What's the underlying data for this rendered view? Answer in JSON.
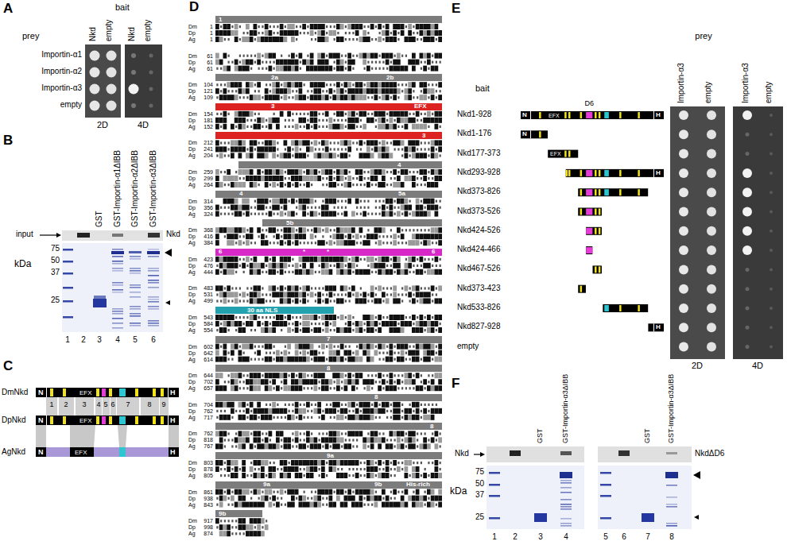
{
  "diagram": {
    "nodes": [
      {
        "text": [
          "1"
        ]
      },
      {
        "text": [
          "2a",
          "2b"
        ]
      },
      {
        "text": [
          "3",
          "EFX"
        ]
      },
      {
        "text": [
          "3"
        ]
      },
      {
        "text": [
          "4"
        ]
      },
      {
        "text": [
          "4",
          "5a"
        ]
      },
      {
        "text": [
          "5b"
        ]
      },
      {
        "text": [
          "6",
          "*",
          "*",
          "6"
        ]
      },
      {
        "text": [
          "30 aa NLS"
        ]
      },
      {
        "text": [
          "7"
        ]
      },
      {
        "text": [
          "8"
        ]
      },
      {
        "text": [
          "8"
        ]
      },
      {
        "text": [
          "8"
        ]
      },
      {
        "text": [
          "9a"
        ]
      },
      {
        "text": [
          "9a",
          "9b",
          "His-rich"
        ]
      },
      {
        "text": [
          "9b"
        ]
      }
    ],
    "labels": [
      "A",
      "bait",
      "Nkd",
      "empty",
      "Nkd",
      "empty",
      "prey",
      "Importin-α1",
      "Importin-α2",
      "Importin-α3",
      "empty",
      "2D",
      "4D",
      "B",
      "GST",
      "GST-Importin-α1ΔIBB",
      "GST-Importin-α2ΔIBB",
      "GST-Importin-α3ΔIBB",
      "input",
      "Nkd",
      "kDa",
      "75",
      "50",
      "37",
      "25",
      "1",
      "2",
      "3",
      "4",
      "5",
      "6",
      "C",
      "DmNkd",
      "N",
      "EFX",
      "H",
      "1",
      "2",
      "3",
      "4",
      "5",
      "6",
      "7",
      "8",
      "9",
      "DpNkd",
      "N",
      "EFX",
      "H",
      "AgNkd",
      "N",
      "EFX",
      "H",
      "D",
      "Dm",
      "1",
      "Dp",
      "1",
      "Ag",
      "1",
      "Dm",
      "61",
      "Dp",
      "61",
      "Ag",
      "61",
      "Dm",
      "104",
      "Dp",
      "121",
      "Ag",
      "109",
      "Dm",
      "154",
      "Dp",
      "181",
      "Ag",
      "152",
      "Dm",
      "212",
      "Dp",
      "241",
      "Ag",
      "204",
      "Dm",
      "259",
      "Dp",
      "299",
      "Ag",
      "264",
      "Dm",
      "314",
      "Dp",
      "356",
      "Ag",
      "324",
      "Dm",
      "368",
      "Dp",
      "416",
      "Ag",
      "384",
      "Dm",
      "423",
      "Dp",
      "476",
      "Ag",
      "444",
      "Dm",
      "483",
      "Dp",
      "531",
      "Ag",
      "499",
      "Dm",
      "543",
      "Dp",
      "584",
      "Ag",
      "554",
      "Dm",
      "602",
      "Dp",
      "642",
      "Ag",
      "614",
      "Dm",
      "644",
      "Dp",
      "702",
      "Ag",
      "657",
      "Dm",
      "704",
      "Dp",
      "762",
      "Ag",
      "717",
      "Dm",
      "762",
      "Dp",
      "818",
      "Ag",
      "767",
      "Dm",
      "803",
      "Dp",
      "878",
      "Ag",
      "805",
      "Dm",
      "861",
      "Dp",
      "938",
      "Ag",
      "843",
      "Dm",
      "917",
      "Dp",
      "998",
      "Ag",
      "874",
      "E",
      "bait",
      "prey",
      "Importin-α3",
      "empty",
      "Importin-α3",
      "empty",
      "Nkd1-928",
      "N",
      "EFX",
      "D6",
      "H",
      "Nkd1-176",
      "N",
      "Nkd177-373",
      "EFX",
      "Nkd293-928",
      "H",
      "Nkd373-826",
      "Nkd373-526",
      "Nkd424-526",
      "Nkd424-466",
      "Nkd467-526",
      "Nkd373-423",
      "Nkd533-826",
      "Nkd827-928",
      "H",
      "empty",
      "2D",
      "4D",
      "F",
      "GST",
      "GST-Importin-α3ΔIBB",
      "GST",
      "GST-Importin-α3ΔIBB",
      "Nkd",
      "NkdΔD6",
      "kDa",
      "75",
      "50",
      "37",
      "25",
      "1",
      "2",
      "3",
      "4",
      "5",
      "6",
      "7",
      "8"
    ]
  }
}
